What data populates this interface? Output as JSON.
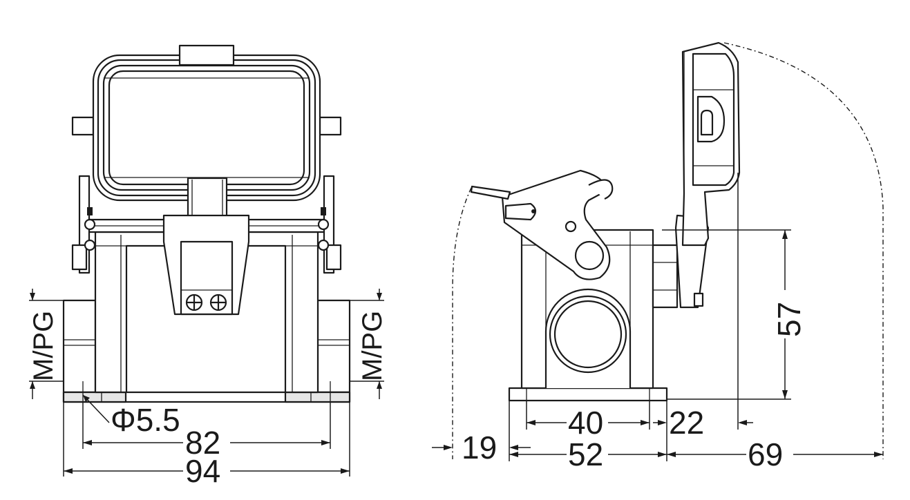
{
  "front_view": {
    "labels": {
      "cable_entry_left": "M/PG",
      "cable_entry_right": "M/PG",
      "hole_diameter": "Φ5.5",
      "hole_spacing": "82",
      "overall_width": "94"
    }
  },
  "side_view": {
    "labels": {
      "hole_spacing": "40",
      "base_width": "52",
      "height": "57",
      "lid_offset": "22",
      "lever_projection": "19",
      "lid_swing": "69"
    }
  }
}
